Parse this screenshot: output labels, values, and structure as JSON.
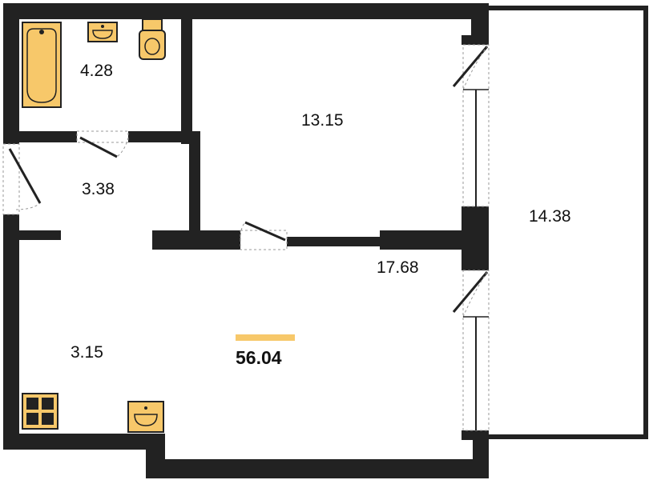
{
  "plan": {
    "colors": {
      "wall": "#222222",
      "fixture": "#F7C86A",
      "fixture_outline": "#222222",
      "accent_bar": "#F7C86A",
      "background": "#FFFFFF"
    },
    "rooms": [
      {
        "id": "bathroom",
        "area": "4.28",
        "fixtures": [
          "bathtub-icon",
          "sink-icon",
          "toilet-icon"
        ]
      },
      {
        "id": "hallway",
        "area": "3.38"
      },
      {
        "id": "bedroom",
        "area": "13.15"
      },
      {
        "id": "balcony",
        "area": "14.38"
      },
      {
        "id": "living-room",
        "area": "17.68"
      },
      {
        "id": "kitchen",
        "area": "3.15",
        "fixtures": [
          "stove-icon",
          "kitchen-sink-icon"
        ]
      }
    ],
    "total_area": "56.04"
  }
}
